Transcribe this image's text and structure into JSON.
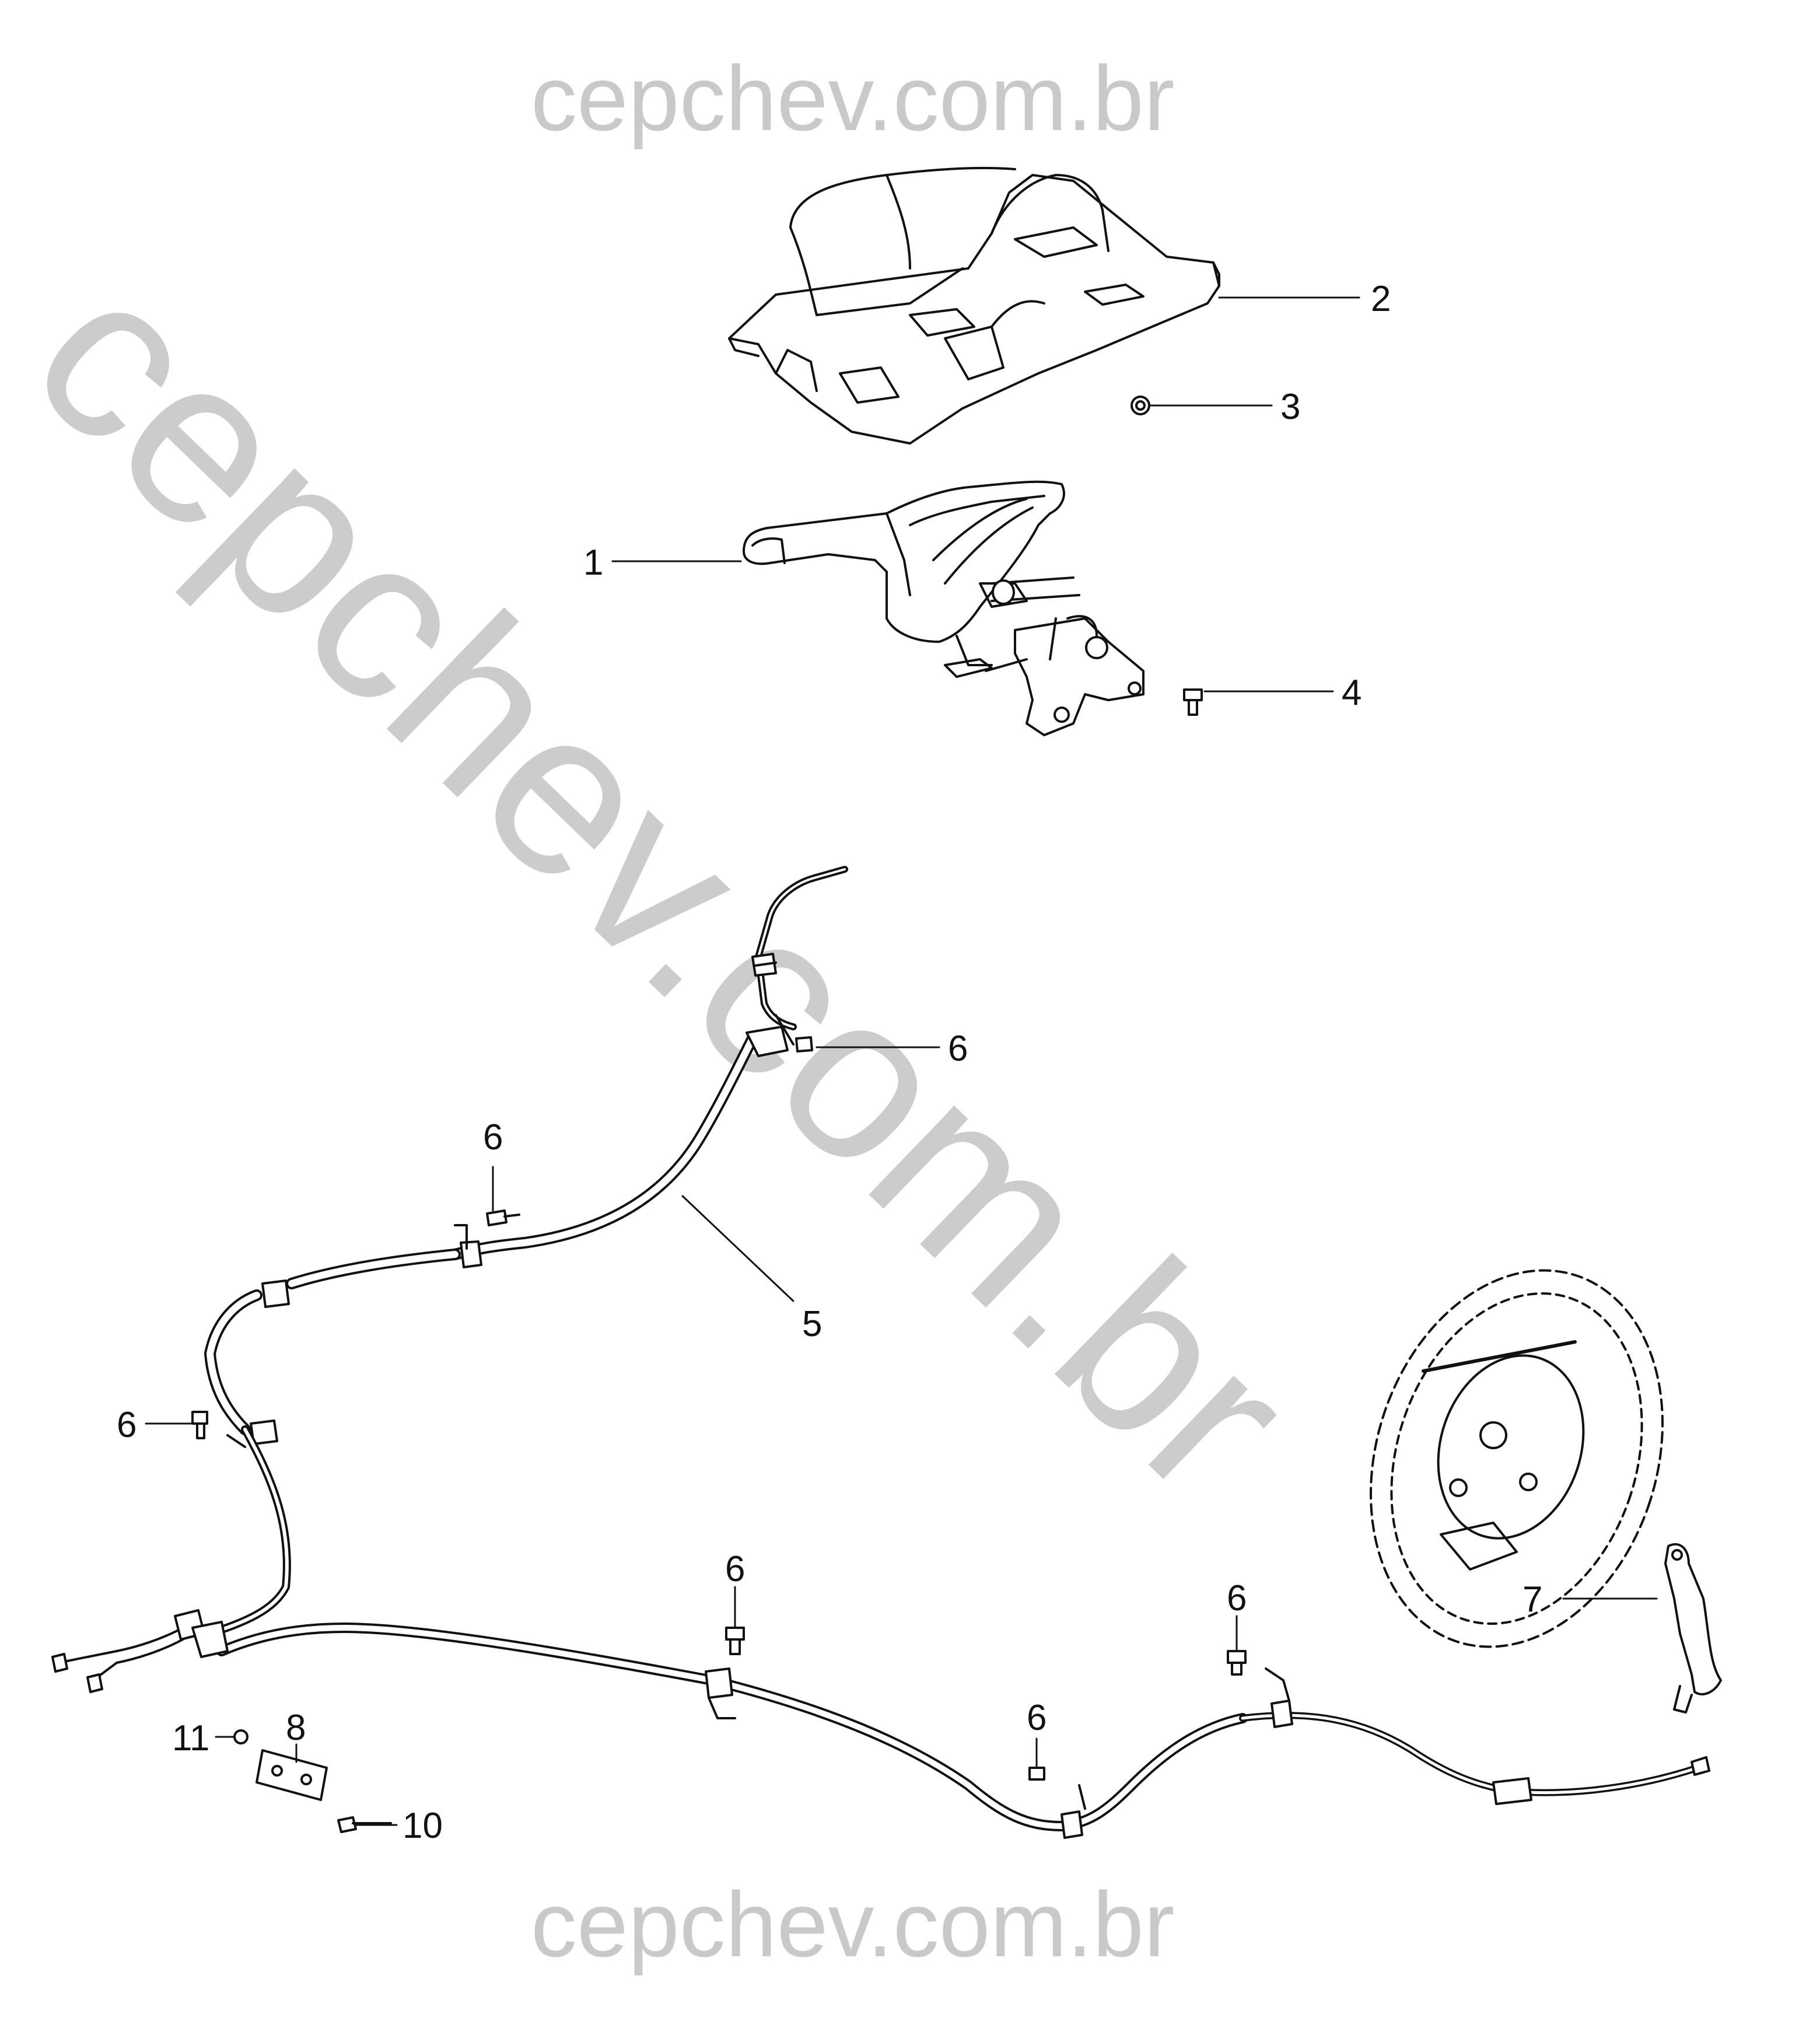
{
  "watermark": {
    "top": "cepchev.com.br",
    "bottom": "cepchev.com.br",
    "diagonal": "cepchev.com.br"
  },
  "callouts": [
    {
      "id": "1",
      "text": "1"
    },
    {
      "id": "2",
      "text": "2"
    },
    {
      "id": "3",
      "text": "3"
    },
    {
      "id": "4",
      "text": "4"
    },
    {
      "id": "5",
      "text": "5"
    },
    {
      "id": "6a",
      "text": "6"
    },
    {
      "id": "6b",
      "text": "6"
    },
    {
      "id": "6c",
      "text": "6"
    },
    {
      "id": "6d",
      "text": "6"
    },
    {
      "id": "6e",
      "text": "6"
    },
    {
      "id": "6f",
      "text": "6"
    },
    {
      "id": "7",
      "text": "7"
    },
    {
      "id": "8",
      "text": "8"
    },
    {
      "id": "10",
      "text": "10"
    },
    {
      "id": "11",
      "text": "11"
    }
  ]
}
